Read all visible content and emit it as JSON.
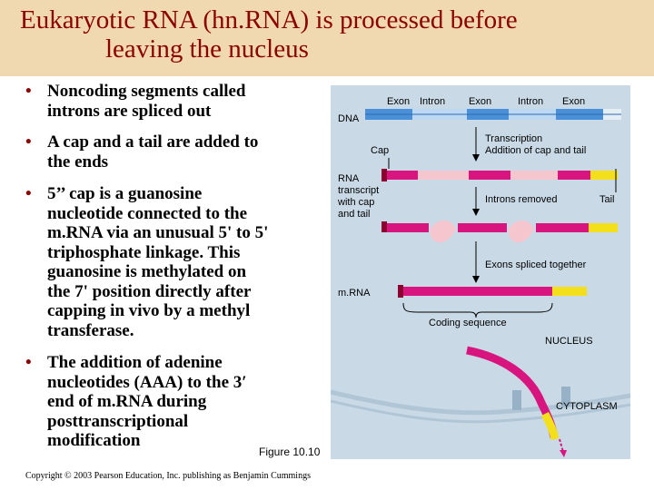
{
  "title": {
    "line1": "Eukaryotic RNA (hn.RNA) is processed before",
    "line2": "leaving the nucleus"
  },
  "bullets": [
    {
      "lines": [
        "Noncoding segments called",
        "introns are spliced out"
      ]
    },
    {
      "lines": [
        "A cap and a tail are added to",
        "the ends"
      ]
    },
    {
      "lines": [
        "5’’ cap is  a guanosine",
        "nucleotide connected to the",
        "m.RNA via an unusual 5' to 5'",
        "triphosphate linkage. This",
        "guanosine is methylated on",
        "the 7' position directly after",
        "capping in vivo by a methyl",
        "transferase."
      ]
    },
    {
      "lines": [
        "The addition of adenine",
        "nucleotides (AAA) to the 3′",
        "end of m.RNA during",
        "posttranscriptional",
        "modification"
      ]
    }
  ],
  "bullet_symbol": "•",
  "figure_caption": "Figure 10.10",
  "copyright": "Copyright © 2003 Pearson Education, Inc. publishing as Benjamin Cummings",
  "diagram": {
    "dna_segment_labels": [
      "Exon",
      "Intron",
      "Exon",
      "Intron",
      "Exon"
    ],
    "dna_label": "DNA",
    "cap_label": "Cap",
    "transcription_line1": "Transcription",
    "transcription_line2": "Addition of cap and tail",
    "rna_transcript_lines": [
      "RNA",
      "transcript",
      "with cap",
      "and tail"
    ],
    "introns_removed_label": "Introns removed",
    "tail_label": "Tail",
    "exons_spliced_label": "Exons spliced together",
    "mrna_label": "m.RNA",
    "coding_sequence_label": "Coding sequence",
    "nucleus_label": "NUCLEUS",
    "cytoplasm_label": "CYTOPLASM"
  },
  "colors": {
    "title": "#8b0000",
    "header_bg": "#f0d8b0",
    "diagram_bg": "#c9dae6",
    "exon": "#d8157f",
    "intron": "#f6c6cf",
    "dna_blue": "#4a90d9",
    "tail_yellow": "#f3e01a"
  }
}
